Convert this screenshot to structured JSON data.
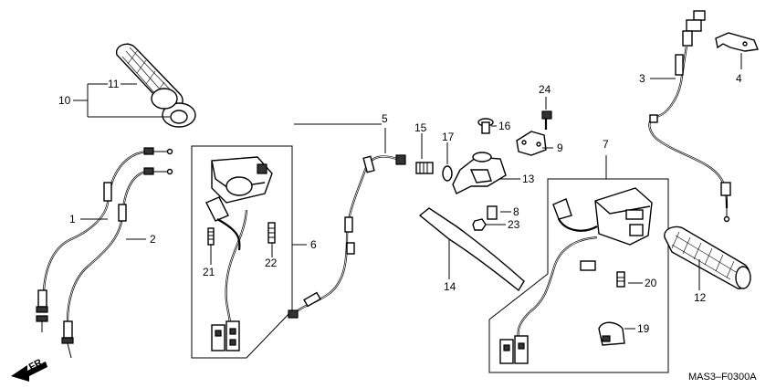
{
  "labels": {
    "p1": "1",
    "p2": "2",
    "p3": "3",
    "p4": "4",
    "p5": "5",
    "p6": "6",
    "p7": "7",
    "p8": "8",
    "p9": "9",
    "p10": "10",
    "p11": "11",
    "p12": "12",
    "p13": "13",
    "p14": "14",
    "p15": "15",
    "p16": "16",
    "p17": "17",
    "p19": "19",
    "p20": "20",
    "p21": "21",
    "p22": "22",
    "p23": "23",
    "p24": "24"
  },
  "direction": "FR.",
  "diagram_code": "MAS3–F0300A"
}
